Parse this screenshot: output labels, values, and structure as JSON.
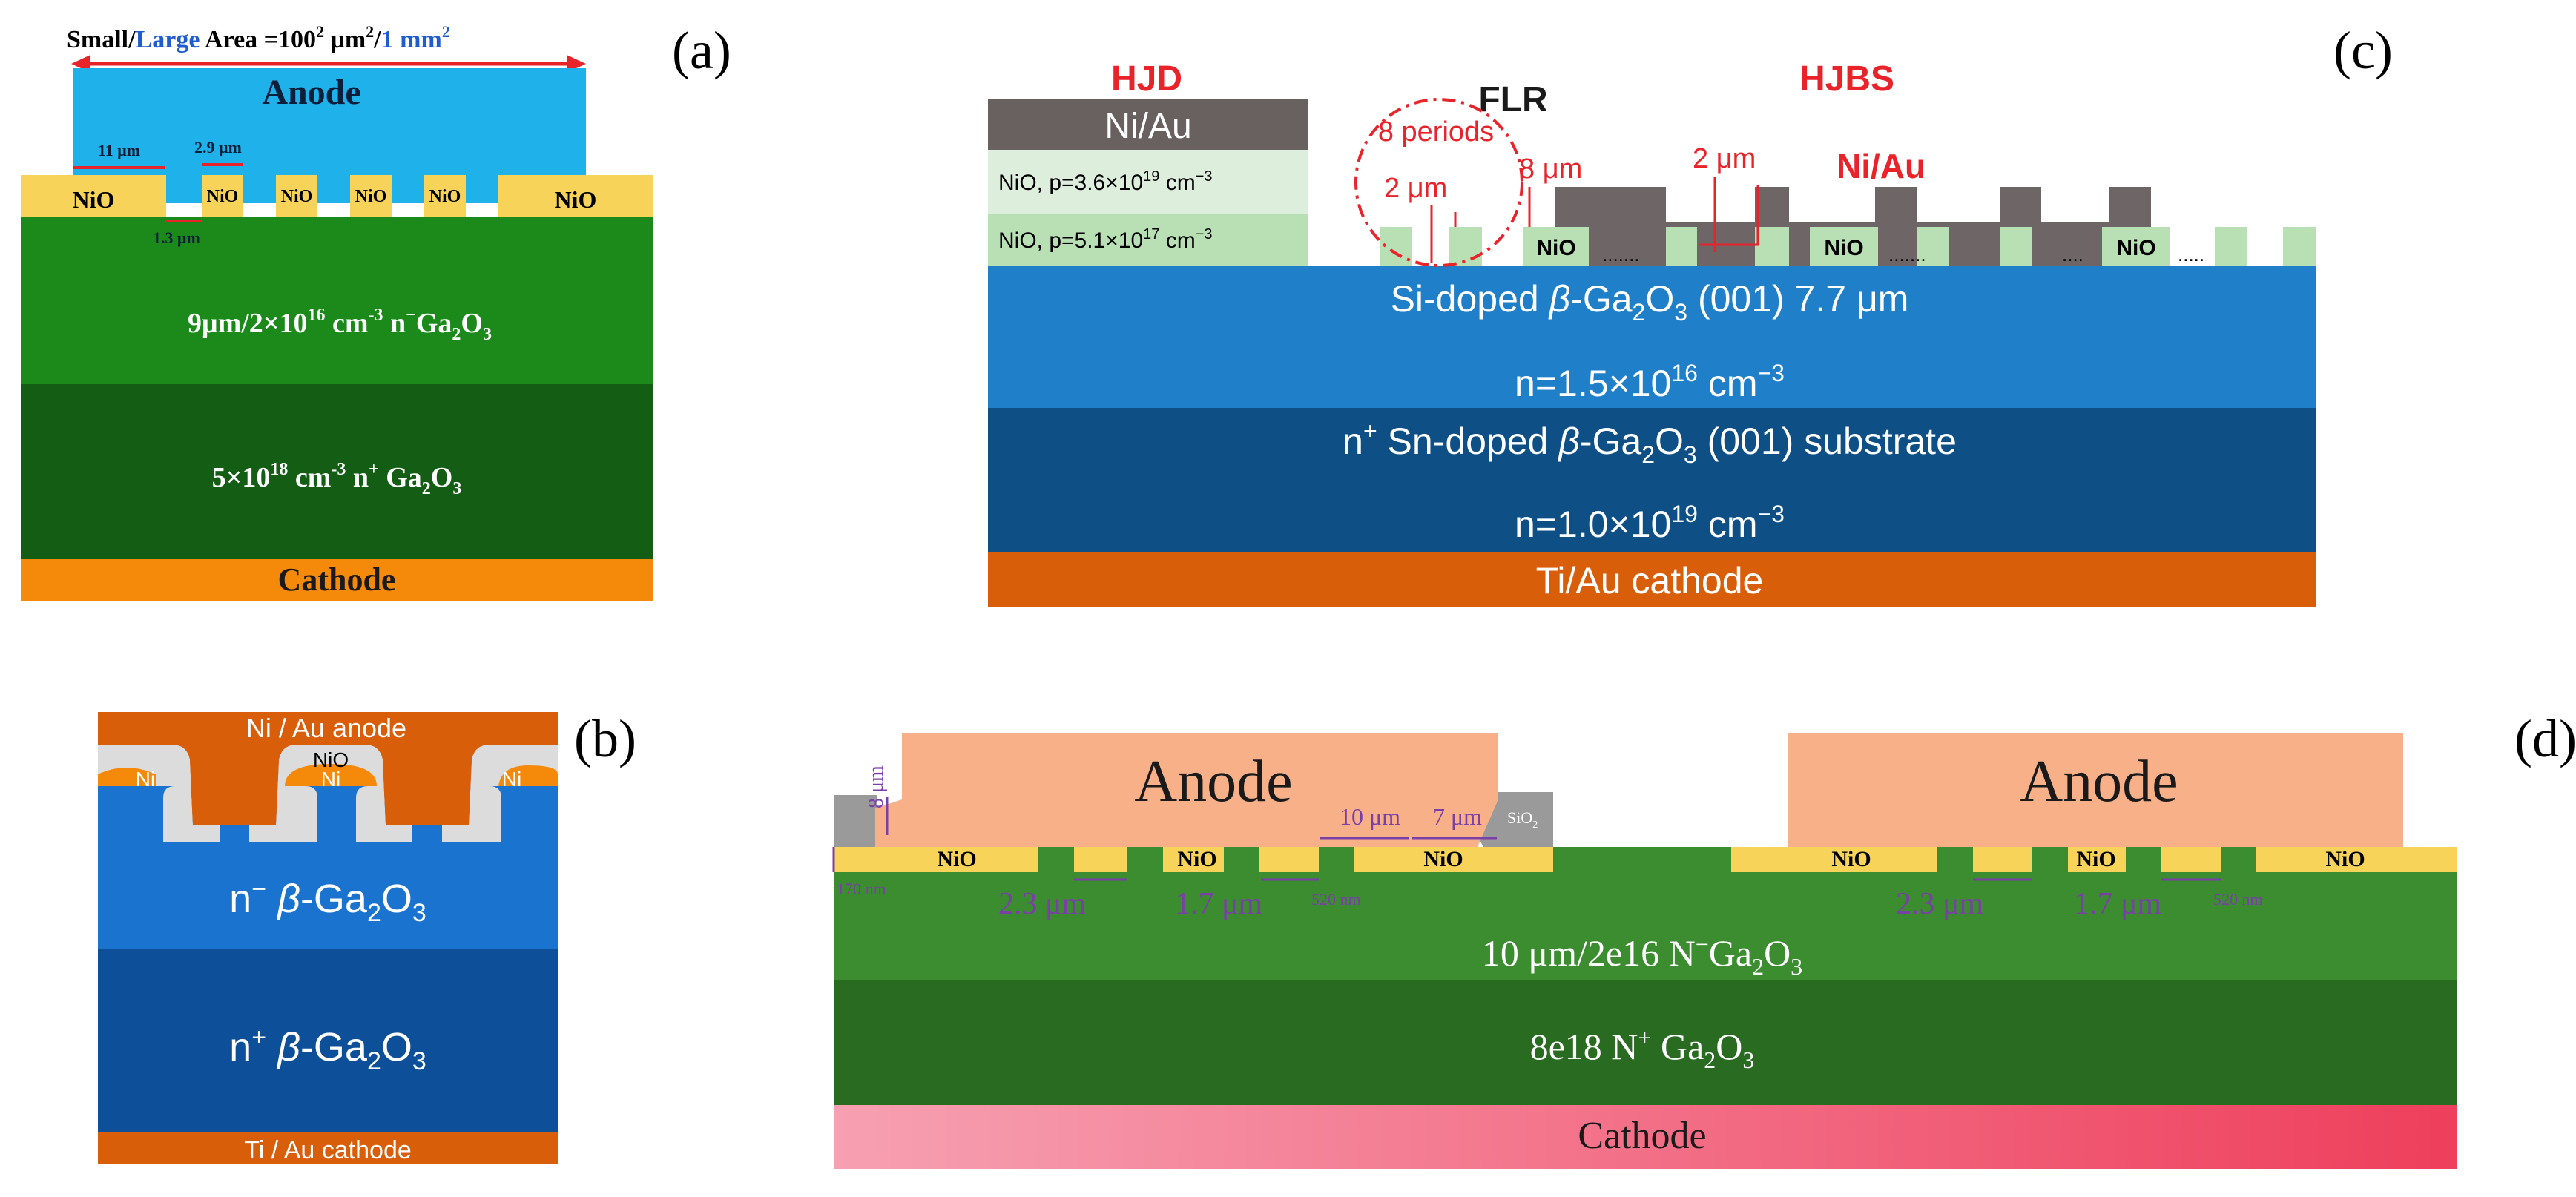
{
  "panel_a": {
    "label": "(a)",
    "header": {
      "small": "Small/",
      "large": "Large",
      "area_eq": " Area =100",
      "area_sq": "2",
      "area_unit": " μm",
      "area_unit_sq": "2",
      "slash": "/",
      "large_value": "1 mm",
      "large_value_sq": "2"
    },
    "anode": "Anode",
    "nio_left": "NiO",
    "nio_small": [
      "NiO",
      "NiO",
      "NiO",
      "NiO"
    ],
    "nio_right": "NiO",
    "dim_11": "11 μm",
    "dim_29": "2.9 μm",
    "dim_13": "1.3 μm",
    "drift": {
      "prefix": "9μm/2×10",
      "exp": "16",
      "mid": " cm",
      "mid_exp": "-3",
      "suffix_n": "  n",
      "suffix_sup": "−",
      "ga": "Ga",
      "sub2": "2",
      "o": "O",
      "sub3": "3"
    },
    "substrate": {
      "prefix": "5×10",
      "exp": "18",
      "mid": " cm",
      "mid_exp": "-3",
      "suffix_n": "  n",
      "suffix_sup": "+",
      "ga": " Ga",
      "sub2": "2",
      "o": "O",
      "sub3": "3"
    },
    "cathode": "Cathode"
  },
  "panel_b": {
    "label": "(b)",
    "anode": "Ni / Au anode",
    "nio": "NiO",
    "ni": [
      "Ni",
      "Ni",
      "Ni"
    ],
    "drift": {
      "n": "n",
      "sup": "−",
      "beta": " β",
      "rest": "-Ga",
      "sub2": "2",
      "o": "O",
      "sub3": "3"
    },
    "substrate": {
      "n": "n",
      "sup": "+",
      "beta": " β",
      "rest": "-Ga",
      "sub2": "2",
      "o": "O",
      "sub3": "3"
    },
    "cathode": "Ti / Au cathode"
  },
  "panel_c": {
    "label": "(c)",
    "hjd": "HJD",
    "flr": "FLR",
    "hjbs": "HJBS",
    "niau_left": "Ni/Au",
    "niau_right": "Ni/Au",
    "nio_top": {
      "text": "NiO, p=3.6×10",
      "exp": "19",
      "unit": " cm",
      "unit_exp": "−3"
    },
    "nio_bottom": {
      "text": "NiO, p=5.1×10",
      "exp": "17",
      "unit": " cm",
      "unit_exp": "−3"
    },
    "periods": "8 periods",
    "dim_2a": "2 μm",
    "dim_8": "8 μm",
    "dim_2b": "2 μm",
    "nio_boxes": [
      "NiO",
      "NiO",
      "NiO"
    ],
    "drift_line1": {
      "pre": "Si-doped ",
      "beta": "β",
      "mid": "-Ga",
      "sub2": "2",
      "o": "O",
      "sub3": "3",
      "post": " (001)  7.7 μm"
    },
    "drift_line2": {
      "pre": "n=1.5×10",
      "exp": "16",
      "post": " cm",
      "post_exp": "−3"
    },
    "sub_line1": {
      "n": "n",
      "sup": "+",
      "pre": " Sn-doped ",
      "beta": "β",
      "mid": "-Ga",
      "sub2": "2",
      "o": "O",
      "sub3": "3",
      "post": " (001) substrate"
    },
    "sub_line2": {
      "pre": "n=1.0×10",
      "exp": "19",
      "post": " cm",
      "post_exp": "−3"
    },
    "cathode": "Ti/Au cathode"
  },
  "panel_d": {
    "label": "(d)",
    "anode_left": "Anode",
    "anode_right": "Anode",
    "dim_8um": "8 μm",
    "dim_170": "170 nm",
    "dim_10": "10 μm",
    "dim_7": "7 μm",
    "sio2": {
      "text": "SiO",
      "sub": "2"
    },
    "nio_labels": [
      "NiO",
      "NiO",
      "NiO",
      "NiO",
      "NiO",
      "NiO"
    ],
    "dim_23": "2.3 μm",
    "dim_17": "1.7 μm",
    "dim_520": "520 nm",
    "drift": {
      "pre": "10 μm/2e16 N",
      "sup": "−",
      "ga": "Ga",
      "sub2": "2",
      "o": "O",
      "sub3": "3"
    },
    "substrate": {
      "pre": "8e18 N",
      "sup": "+",
      "ga": " Ga",
      "sub2": "2",
      "o": "O",
      "sub3": "3"
    },
    "cathode": "Cathode"
  },
  "colors": {
    "blue_anode": "#1fb2ea",
    "nio_yellow": "#f8d35a",
    "green_drift": "#1b8a1b",
    "green_sub": "#145d14",
    "orange_cathode": "#f58a0a",
    "c_drift": "#1f7fc8",
    "c_sub": "#0e4f86",
    "c_cathode": "#d95e0a",
    "d_anode": "#f7b088",
    "d_green": "#3b8d2f",
    "d_green_dark": "#2a6b22",
    "red_text": "#e8242a",
    "purple_dim": "#7b3fa8"
  }
}
